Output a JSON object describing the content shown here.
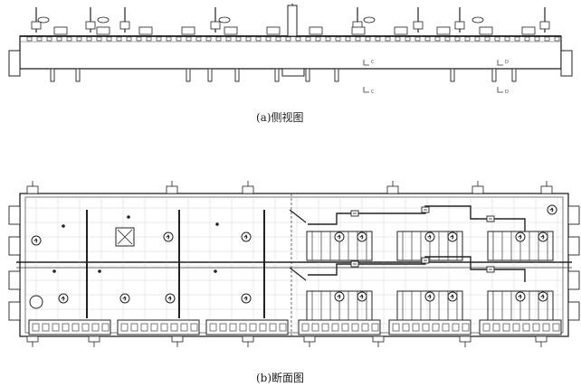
{
  "side_view": {
    "caption": "(a)侧视图",
    "section_marks": [
      "C",
      "C",
      "D",
      "D"
    ]
  },
  "section_view": {
    "caption": "(b)断面图"
  }
}
